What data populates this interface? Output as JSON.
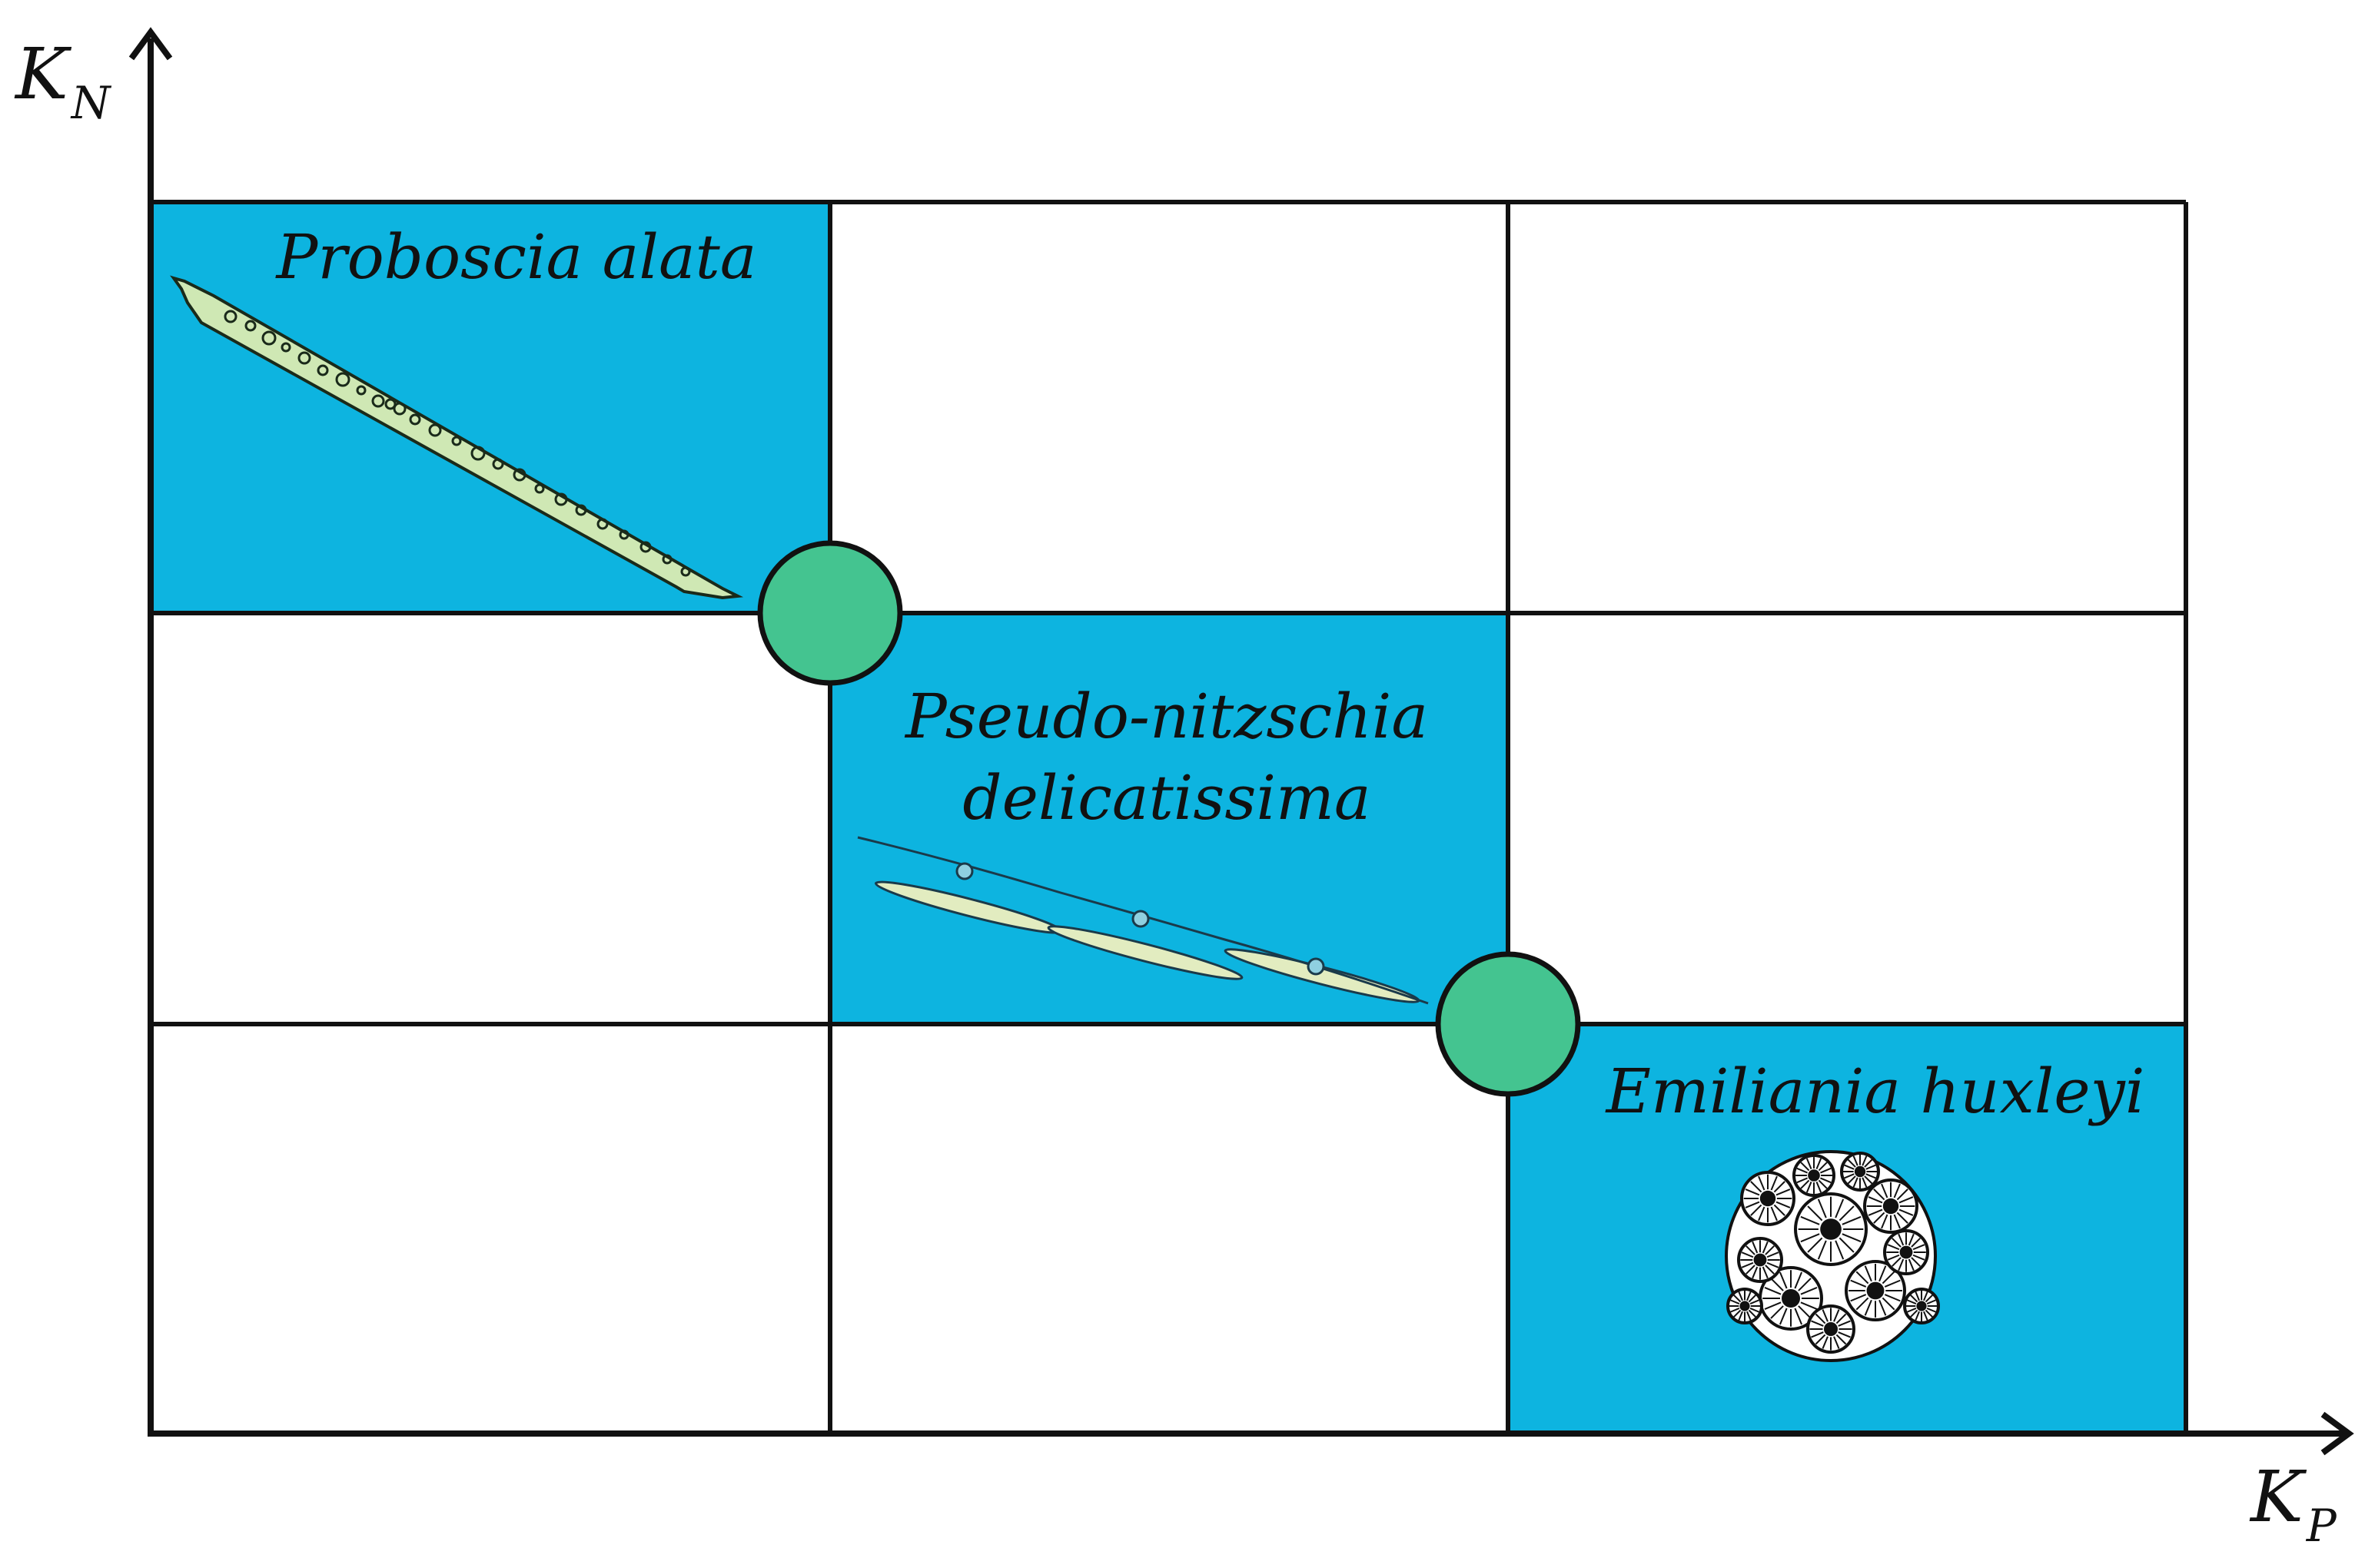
{
  "axes": {
    "y": {
      "symbol": "K",
      "subscript": "N"
    },
    "x": {
      "symbol": "K",
      "subscript": "P"
    }
  },
  "grid": {
    "rows": 3,
    "cols": 3
  },
  "species": [
    {
      "id": "proboscia",
      "label_lines": [
        "Proboscia alata"
      ],
      "col": 0,
      "row": 0,
      "icon": "proboscia-diatom-icon"
    },
    {
      "id": "pseudo-nitzschia",
      "label_lines": [
        "Pseudo-nitzschia",
        "delicatissima"
      ],
      "col": 1,
      "row": 1,
      "icon": "pseudo-nitzschia-chain-icon"
    },
    {
      "id": "emiliania",
      "label_lines": [
        "Emiliania huxleyi"
      ],
      "col": 2,
      "row": 2,
      "icon": "coccolithophore-icon"
    }
  ],
  "junctions": [
    {
      "between": [
        "proboscia",
        "pseudo-nitzschia"
      ]
    },
    {
      "between": [
        "pseudo-nitzschia",
        "emiliania"
      ]
    }
  ],
  "colors": {
    "highlight_cell": "#0db4e0",
    "junction_fill": "#44c490",
    "line": "#111111",
    "diatom_fill": "#cfe8b4",
    "chain_fill": "#e2ecc0"
  }
}
